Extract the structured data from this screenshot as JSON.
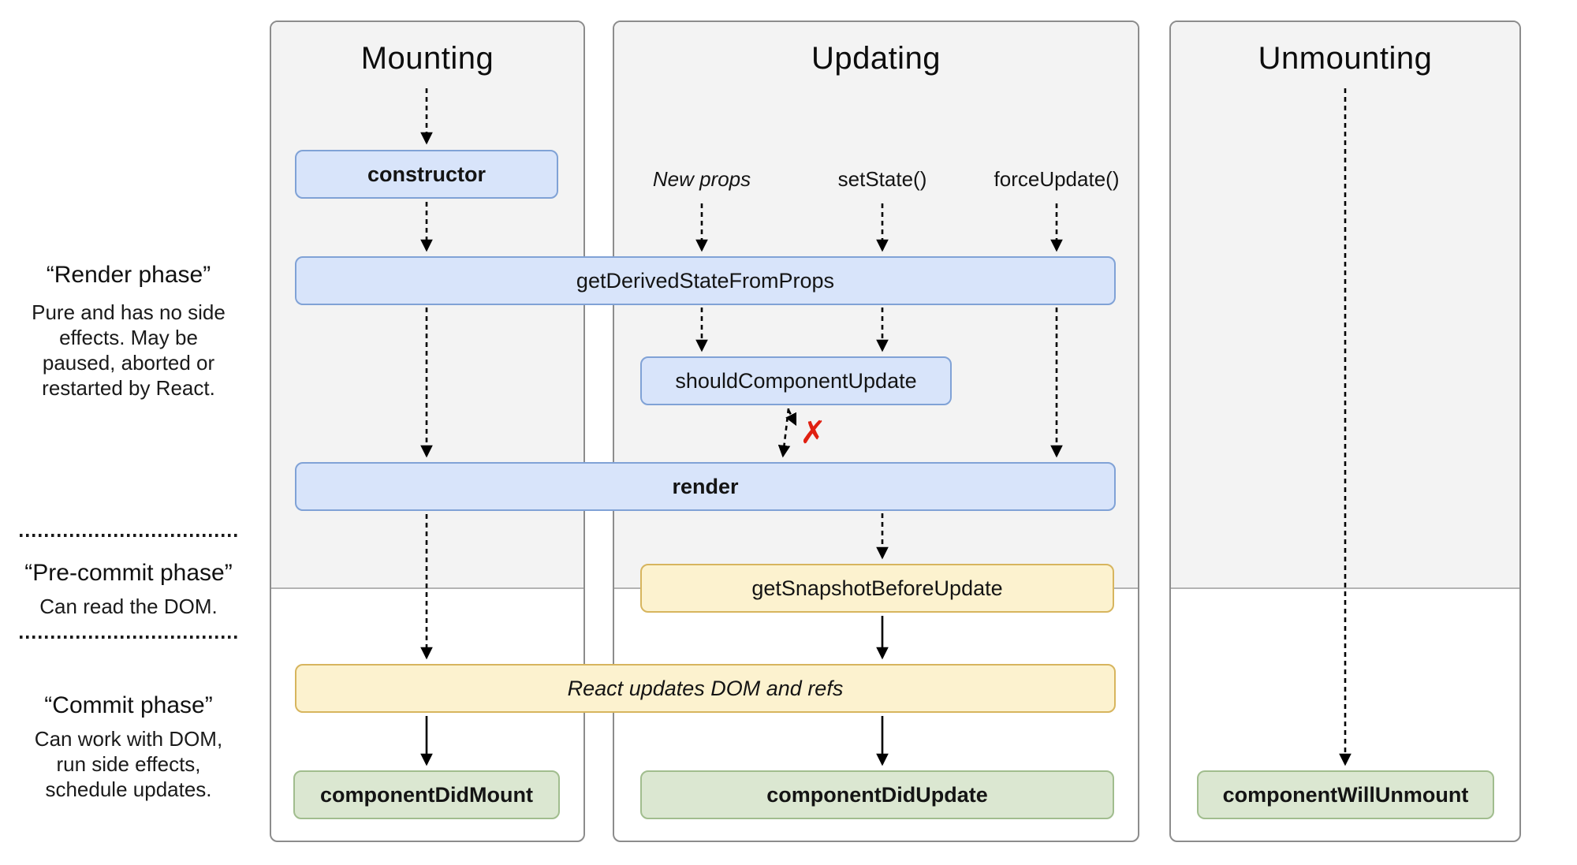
{
  "columns": [
    {
      "title": "Mounting"
    },
    {
      "title": "Updating"
    },
    {
      "title": "Unmounting"
    }
  ],
  "triggers": [
    {
      "label": "New props"
    },
    {
      "label": "setState()"
    },
    {
      "label": "forceUpdate()"
    }
  ],
  "nodes": {
    "constructor": {
      "label": "constructor"
    },
    "getDerivedStateFromProps": {
      "label": "getDerivedStateFromProps"
    },
    "shouldComponentUpdate": {
      "label": "shouldComponentUpdate"
    },
    "render": {
      "label": "render"
    },
    "getSnapshotBeforeUpdate": {
      "label": "getSnapshotBeforeUpdate"
    },
    "reactUpdates": {
      "label": "React updates DOM and refs"
    },
    "componentDidMount": {
      "label": "componentDidMount"
    },
    "componentDidUpdate": {
      "label": "componentDidUpdate"
    },
    "componentWillUnmount": {
      "label": "componentWillUnmount"
    }
  },
  "phases": [
    {
      "title": "“Render phase”",
      "lines": [
        "Pure and has no side",
        "effects. May be",
        "paused, aborted or",
        "restarted by React."
      ]
    },
    {
      "title": "“Pre-commit phase”",
      "lines": [
        "Can read the DOM."
      ]
    },
    {
      "title": "“Commit phase”",
      "lines": [
        "Can work with DOM,",
        "run side effects,",
        "schedule updates."
      ]
    }
  ],
  "reject_mark": "✗",
  "colors": {
    "blue-fill": "#d8e4fa",
    "blue-border": "#80a2d6",
    "yellow-fill": "#fcf2cf",
    "yellow-border": "#d7b55e",
    "green-fill": "#dbe7d1",
    "green-border": "#a1bd8e",
    "panel-bg": "#f3f3f3",
    "panel-border": "#8c8c8c",
    "boundary-line": "#b3b3b3",
    "arrow": "#000000",
    "reject": "#e02011",
    "text": "#141414"
  }
}
